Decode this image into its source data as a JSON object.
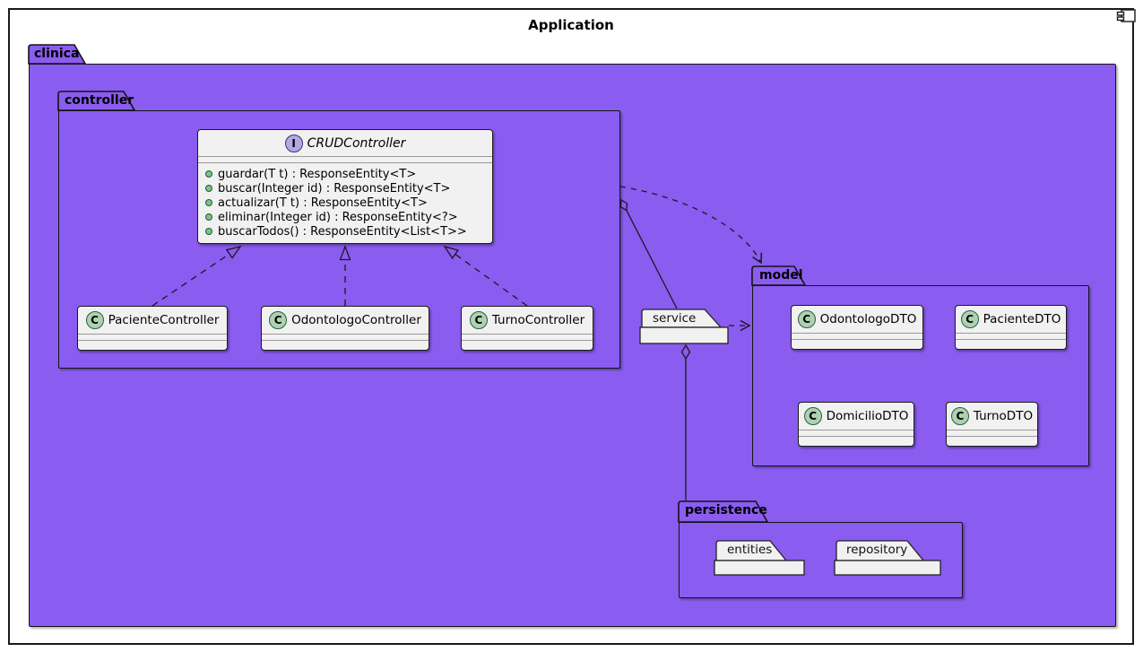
{
  "frame": {
    "title": "Application"
  },
  "packages": {
    "clinica": "clinica",
    "controller": "controller",
    "model": "model",
    "persistence": "persistence",
    "service": "service",
    "entities": "entities",
    "repository": "repository"
  },
  "interface": {
    "letter": "I",
    "name": "CRUDController",
    "methods": [
      "guardar(T t) : ResponseEntity<T>",
      "buscar(Integer id) : ResponseEntity<T>",
      "actualizar(T t) : ResponseEntity<T>",
      "eliminar(Integer id) : ResponseEntity<?>",
      "buscarTodos() : ResponseEntity<List<T>>"
    ]
  },
  "classes": {
    "letter": "C",
    "paciente_controller": "PacienteController",
    "odontologo_controller": "OdontologoController",
    "turno_controller": "TurnoController",
    "odontologo_dto": "OdontologoDTO",
    "paciente_dto": "PacienteDTO",
    "domicilio_dto": "DomicilioDTO",
    "turno_dto": "TurnoDTO"
  },
  "colors": {
    "package_fill": "#8A5CF0",
    "box_fill": "#F1F1F1",
    "class_spot": "#ADD1B2",
    "interface_spot": "#B4A7E5",
    "line": "#1A1A1A"
  }
}
